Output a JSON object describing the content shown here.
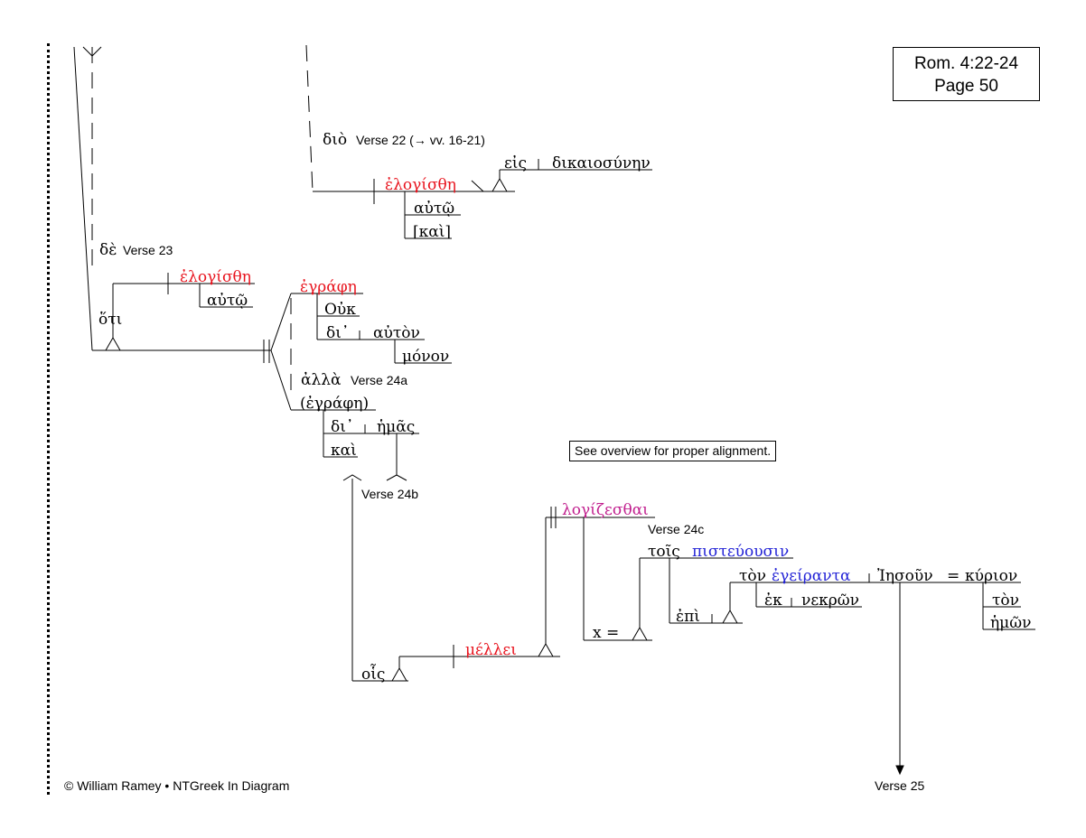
{
  "reference": {
    "line1": "Rom. 4:22-24",
    "line2": "Page 50"
  },
  "note": "See overview for proper alignment.",
  "copyright": "© William Ramey • NTGreek In Diagram",
  "verse_labels": {
    "v22": "Verse 22 (→ vv. 16-21)",
    "v23": "Verse 23",
    "v24a": "Verse 24a",
    "v24b": "Verse 24b",
    "v24c": "Verse 24c",
    "v25": "Verse 25"
  },
  "words": {
    "dio": "διὸ",
    "elogisthe_22": "ἐλογίσθη",
    "eis": "εἰς",
    "dikaiosynen": "δικαιοσύνην",
    "auto_22": "αὐτῷ",
    "kai_bracket": "[καὶ]",
    "de": "δὲ",
    "hoti": "ὅτι",
    "elogisthe_23": "ἐλογίσθη",
    "auto_23": "αὐτῷ",
    "egraphe": "ἐγράφη",
    "ouk": "Οὐκ",
    "di_1": "δι᾽",
    "auton": "αὐτὸν",
    "monon": "μόνον",
    "alla": "ἀλλὰ",
    "egraphe_paren": "(ἐγράφη)",
    "di_2": "δι᾽",
    "hemas": "ἡμᾶς",
    "kai_24": "καὶ",
    "hois": "οἷς",
    "mellei": "μέλλει",
    "logizesthai": "λογίζεσθαι",
    "x_equals": "x =",
    "tois": "τοῖς",
    "pisteuousin": "πιστεύουσιν",
    "epi": "ἐπὶ",
    "ton": "τὸν",
    "egeiranta": "ἐγείραντα",
    "iesoun": "Ἰησοῦν",
    "equals": "=",
    "kyrion": "κύριον",
    "ek": "ἐκ",
    "nekron": "νεκρῶν",
    "ton_2": "τὸν",
    "hemon": "ἡμῶν"
  },
  "colors": {
    "finite_verb": "#e8141e",
    "infinitive": "#c11f8e",
    "participle": "#2323d6"
  }
}
